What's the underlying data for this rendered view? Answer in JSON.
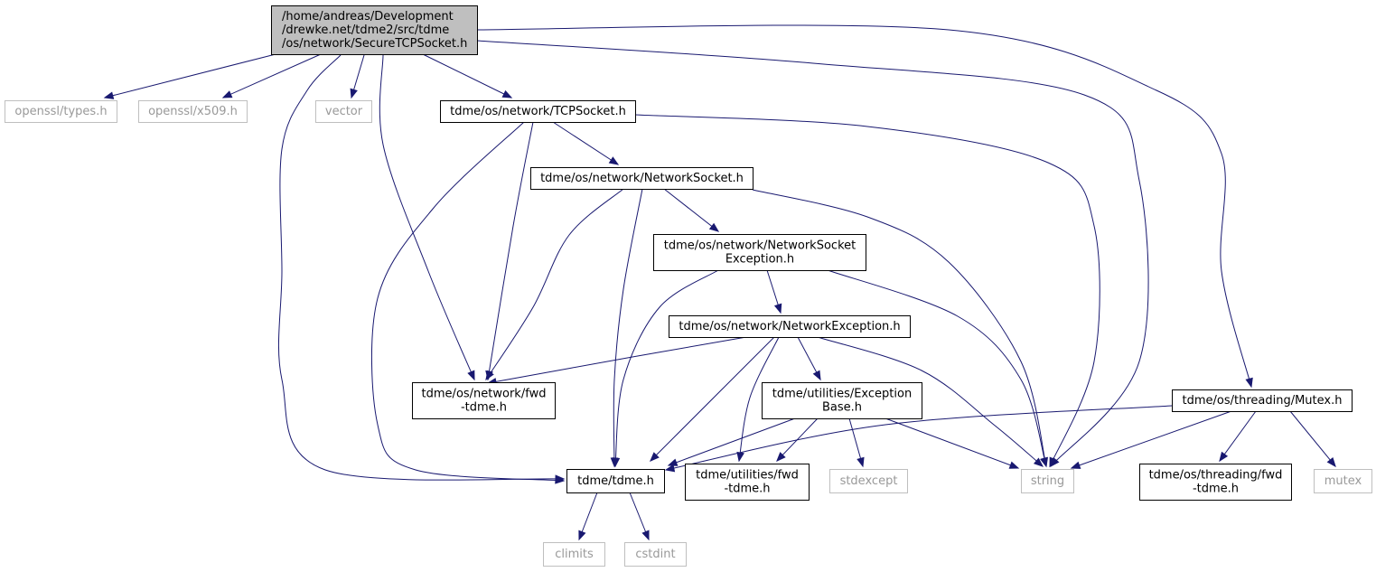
{
  "nodes": [
    {
      "id": "root",
      "lines": [
        "/home/andreas/Development",
        "/drewke.net/tdme2/src/tdme",
        "/os/network/SecureTCPSocket.h"
      ],
      "style": "root"
    },
    {
      "id": "openssl_types",
      "lines": [
        "openssl/types.h"
      ],
      "style": "ext"
    },
    {
      "id": "openssl_x509",
      "lines": [
        "openssl/x509.h"
      ],
      "style": "ext"
    },
    {
      "id": "vector",
      "lines": [
        "vector"
      ],
      "style": "ext"
    },
    {
      "id": "tcpsocket",
      "lines": [
        "tdme/os/network/TCPSocket.h"
      ],
      "style": "int"
    },
    {
      "id": "networksocket",
      "lines": [
        "tdme/os/network/NetworkSocket.h"
      ],
      "style": "int"
    },
    {
      "id": "nsexception",
      "lines": [
        "tdme/os/network/NetworkSocket",
        "Exception.h"
      ],
      "style": "int"
    },
    {
      "id": "netexception",
      "lines": [
        "tdme/os/network/NetworkException.h"
      ],
      "style": "int"
    },
    {
      "id": "network_fwd",
      "lines": [
        "tdme/os/network/fwd",
        "-tdme.h"
      ],
      "style": "int"
    },
    {
      "id": "exceptionbase",
      "lines": [
        "tdme/utilities/Exception",
        "Base.h"
      ],
      "style": "int"
    },
    {
      "id": "mutex_h",
      "lines": [
        "tdme/os/threading/Mutex.h"
      ],
      "style": "int"
    },
    {
      "id": "tdme_h",
      "lines": [
        "tdme/tdme.h"
      ],
      "style": "int"
    },
    {
      "id": "utilities_fwd",
      "lines": [
        "tdme/utilities/fwd",
        "-tdme.h"
      ],
      "style": "int"
    },
    {
      "id": "stdexcept",
      "lines": [
        "stdexcept"
      ],
      "style": "ext"
    },
    {
      "id": "string",
      "lines": [
        "string"
      ],
      "style": "ext"
    },
    {
      "id": "threading_fwd",
      "lines": [
        "tdme/os/threading/fwd",
        "-tdme.h"
      ],
      "style": "int"
    },
    {
      "id": "mutex",
      "lines": [
        "mutex"
      ],
      "style": "ext"
    },
    {
      "id": "climits",
      "lines": [
        "climits"
      ],
      "style": "ext"
    },
    {
      "id": "cstdint",
      "lines": [
        "cstdint"
      ],
      "style": "ext"
    }
  ],
  "edges": [
    [
      "root",
      "openssl_types"
    ],
    [
      "root",
      "openssl_x509"
    ],
    [
      "root",
      "vector"
    ],
    [
      "root",
      "tcpsocket"
    ],
    [
      "root",
      "network_fwd"
    ],
    [
      "root",
      "tdme_h"
    ],
    [
      "root",
      "string"
    ],
    [
      "root",
      "mutex_h"
    ],
    [
      "tcpsocket",
      "networksocket"
    ],
    [
      "tcpsocket",
      "network_fwd"
    ],
    [
      "tcpsocket",
      "tdme_h"
    ],
    [
      "tcpsocket",
      "string"
    ],
    [
      "networksocket",
      "nsexception"
    ],
    [
      "networksocket",
      "network_fwd"
    ],
    [
      "networksocket",
      "tdme_h"
    ],
    [
      "networksocket",
      "string"
    ],
    [
      "nsexception",
      "netexception"
    ],
    [
      "nsexception",
      "tdme_h"
    ],
    [
      "nsexception",
      "string"
    ],
    [
      "netexception",
      "network_fwd"
    ],
    [
      "netexception",
      "exceptionbase"
    ],
    [
      "netexception",
      "tdme_h"
    ],
    [
      "netexception",
      "utilities_fwd"
    ],
    [
      "netexception",
      "string"
    ],
    [
      "exceptionbase",
      "tdme_h"
    ],
    [
      "exceptionbase",
      "utilities_fwd"
    ],
    [
      "exceptionbase",
      "stdexcept"
    ],
    [
      "exceptionbase",
      "string"
    ],
    [
      "mutex_h",
      "tdme_h"
    ],
    [
      "mutex_h",
      "string"
    ],
    [
      "mutex_h",
      "threading_fwd"
    ],
    [
      "mutex_h",
      "mutex"
    ],
    [
      "tdme_h",
      "climits"
    ],
    [
      "tdme_h",
      "cstdint"
    ]
  ],
  "colors": {
    "edge": "#191970",
    "root_fill": "#bfbfbf",
    "external_border": "#bfbfbf",
    "external_text": "#999999",
    "internal_border": "#000000"
  }
}
